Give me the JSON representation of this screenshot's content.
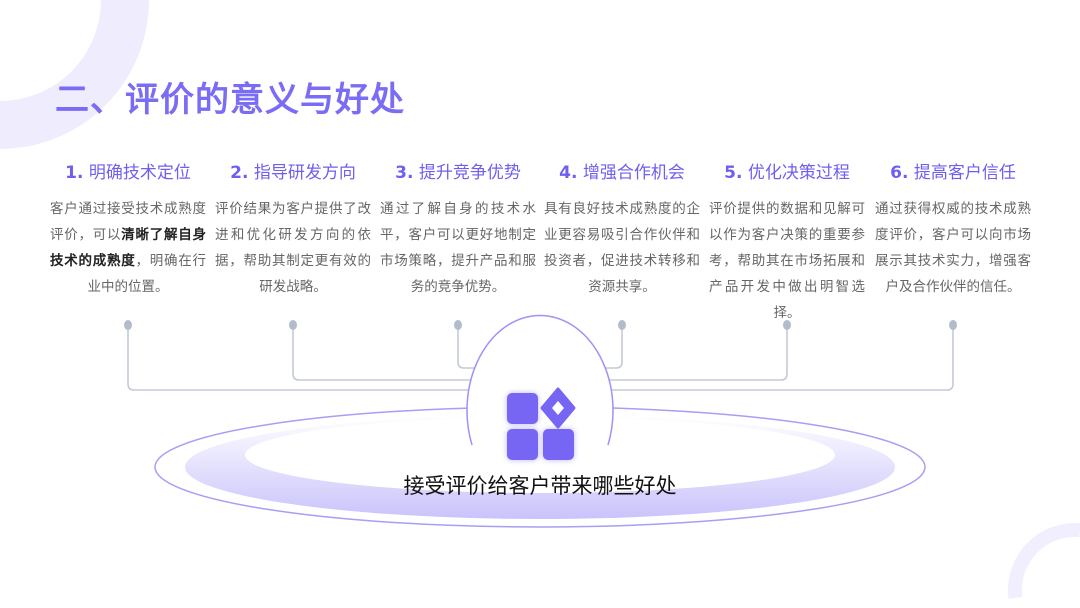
{
  "title": "二、评价的意义与好处",
  "center_caption": "接受评价给客户带来哪些好处",
  "accent_color": "#7a6cf5",
  "items": [
    {
      "num": "1.",
      "heading": "明确技术定位",
      "text_a": "客户通过接受技术成熟度评价，可以",
      "text_bold": "清晰了解自身技术的成熟度",
      "text_b": "，明确在行业中的位置。"
    },
    {
      "num": "2.",
      "heading": "指导研发方向",
      "text_a": "评价结果为客户提供了改进和优化研发方向的依据，帮助其制定更有效的研发战略。",
      "text_bold": "",
      "text_b": ""
    },
    {
      "num": "3.",
      "heading": "提升竞争优势",
      "text_a": "通过了解自身的技术水平，客户可以更好地制定市场策略，提升产品和服务的竞争优势。",
      "text_bold": "",
      "text_b": ""
    },
    {
      "num": "4.",
      "heading": "增强合作机会",
      "text_a": "具有良好技术成熟度的企业更容易吸引合作伙伴和投资者，促进技术转移和资源共享。",
      "text_bold": "",
      "text_b": ""
    },
    {
      "num": "5.",
      "heading": "优化决策过程",
      "text_a": "评价提供的数据和见解可以作为客户决策的重要参考，帮助其在市场拓展和产品开发中做出明智选择。",
      "text_bold": "",
      "text_b": ""
    },
    {
      "num": "6.",
      "heading": "提高客户信任",
      "text_a": "通过获得权威的技术成熟度评价，客户可以向市场展示其技术实力，增强客户及合作伙伴的信任。",
      "text_bold": "",
      "text_b": ""
    }
  ]
}
